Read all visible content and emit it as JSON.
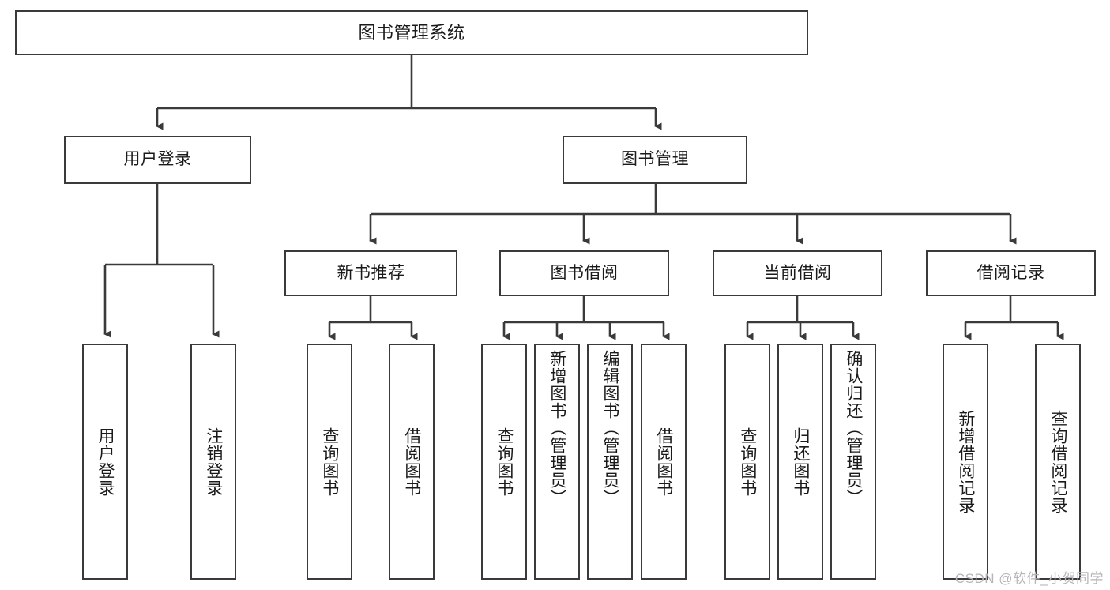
{
  "diagram": {
    "title": "图书管理系统",
    "type": "tree-hierarchy-diagram",
    "colors": {
      "stroke": "#3a3a3a",
      "fill": "#ffffff",
      "text": "#1a1a1a",
      "watermark": "#b6b6b6"
    },
    "nodes": {
      "root": {
        "label": "图书管理系统"
      },
      "level2": [
        {
          "label": "用户登录"
        },
        {
          "label": "图书管理"
        }
      ],
      "level3": [
        {
          "label": "新书推荐"
        },
        {
          "label": "图书借阅"
        },
        {
          "label": "当前借阅"
        },
        {
          "label": "借阅记录"
        }
      ],
      "leaves": {
        "user_login": [
          {
            "label": "用户登录"
          },
          {
            "label": "注销登录"
          }
        ],
        "new_book_recommend": [
          {
            "label": "查询图书"
          },
          {
            "label": "借阅图书"
          }
        ],
        "book_borrow": [
          {
            "label": "查询图书"
          },
          {
            "label": "新增图书（管理员）"
          },
          {
            "label": "编辑图书（管理员）"
          },
          {
            "label": "借阅图书"
          }
        ],
        "current_borrow": [
          {
            "label": "查询图书"
          },
          {
            "label": "归还图书"
          },
          {
            "label": "确认归还（管理员）"
          }
        ],
        "borrow_record": [
          {
            "label": "新增借阅记录"
          },
          {
            "label": "查询借阅记录"
          }
        ]
      }
    }
  },
  "watermark": {
    "text": "CSDN @软件_小贺同学"
  }
}
